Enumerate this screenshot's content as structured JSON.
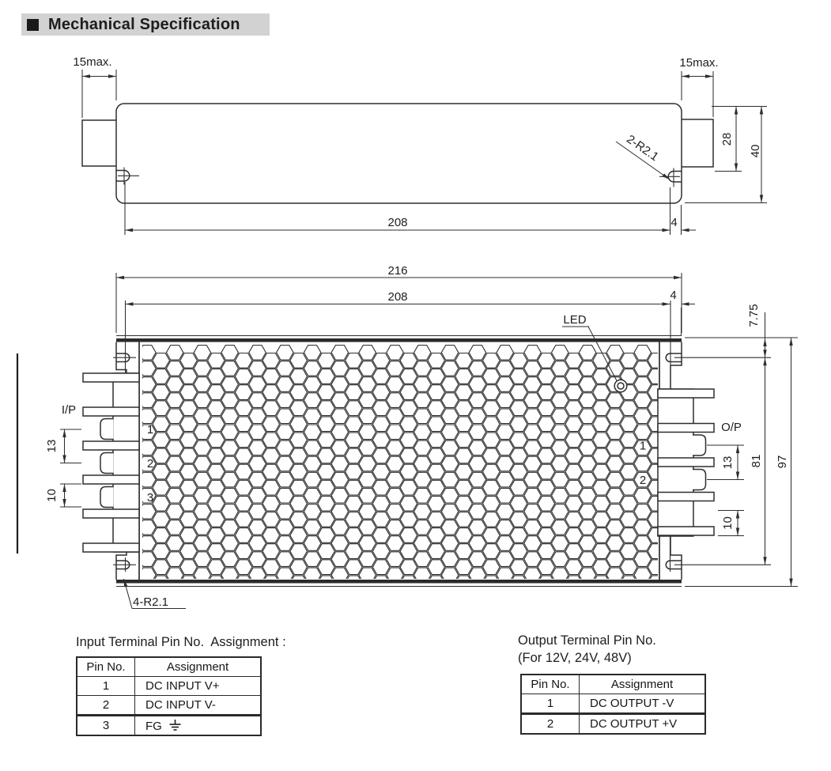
{
  "title": {
    "text": "Mechanical Specification"
  },
  "colors": {
    "line": "#2e2e2e",
    "title_bg": "#d2d2d2"
  },
  "top_view": {
    "dims": {
      "left_protrusion": "15max.",
      "right_protrusion": "15max.",
      "connector_depth": "28",
      "body_height": "40",
      "mount_span": "208",
      "mount_to_edge": "4",
      "corner_radius": "2-R2.1"
    }
  },
  "front_view": {
    "dims": {
      "overall_width": "216",
      "mount_span": "208",
      "mount_to_edge": "4",
      "top_to_hole": "7.75",
      "hole_span": "81",
      "overall_height": "97",
      "input_pitch": "13",
      "input_offset": "10",
      "output_pitch": "13",
      "output_offset": "10"
    },
    "labels": {
      "led": "LED",
      "input": "I/P",
      "output": "O/P",
      "corner_radius": "4-R2.1"
    },
    "input_pins": [
      "1",
      "2",
      "3"
    ],
    "output_pins": [
      "1",
      "2"
    ]
  },
  "input_table": {
    "heading": "Input Terminal Pin No.  Assignment :",
    "columns": [
      "Pin No.",
      "Assignment"
    ],
    "rows": [
      [
        "1",
        "DC INPUT V+"
      ],
      [
        "2",
        "DC INPUT V-"
      ],
      [
        "3",
        "FG"
      ]
    ]
  },
  "output_table": {
    "heading_line1": "Output Terminal Pin No.",
    "heading_line2": "(For 12V, 24V, 48V)",
    "columns": [
      "Pin No.",
      "Assignment"
    ],
    "rows": [
      [
        "1",
        "DC OUTPUT -V"
      ],
      [
        "2",
        "DC OUTPUT +V"
      ]
    ]
  }
}
